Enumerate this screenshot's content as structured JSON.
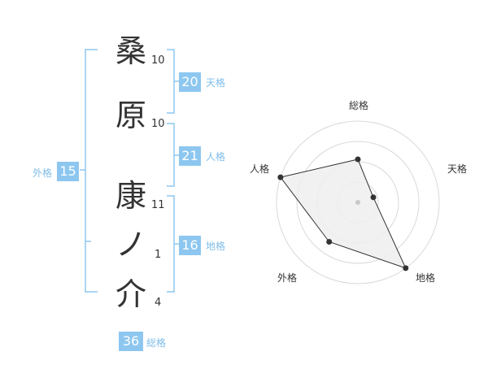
{
  "colors": {
    "accent": "#8dc7f0",
    "accent_text": "#7fbde8",
    "text": "#333333",
    "ring": "#d9d9d9",
    "fill": "#efefef",
    "line": "#333333"
  },
  "name_chars": [
    {
      "char": "桑",
      "strokes": "10"
    },
    {
      "char": "原",
      "strokes": "10"
    },
    {
      "char": "康",
      "strokes": "11"
    },
    {
      "char": "ノ",
      "strokes": "1"
    },
    {
      "char": "介",
      "strokes": "4"
    }
  ],
  "fortunes": {
    "tenkaku": {
      "value": "20",
      "label": "天格"
    },
    "jinkaku": {
      "value": "21",
      "label": "人格"
    },
    "chikaku": {
      "value": "16",
      "label": "地格"
    },
    "gaikaku": {
      "value": "15",
      "label": "外格"
    },
    "soukaku": {
      "value": "36",
      "label": "総格"
    }
  },
  "chart_data": {
    "type": "radar",
    "axes": [
      "総格",
      "天格",
      "地格",
      "外格",
      "人格"
    ],
    "values": [
      0.53,
      0.2,
      1.0,
      0.6,
      1.0
    ],
    "max": 1.0,
    "rings": 4
  }
}
